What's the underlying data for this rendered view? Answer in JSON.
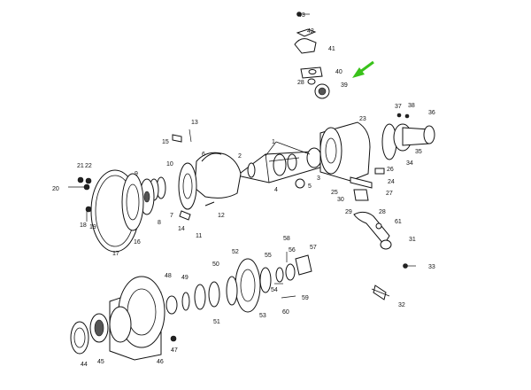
{
  "diagram": {
    "callouts": {
      "c1": "1",
      "c2": "2",
      "c3": "3",
      "c4": "4",
      "c5": "5",
      "c6": "6",
      "c7": "7",
      "c8": "8",
      "c9": "9",
      "c10": "10",
      "c11": "11",
      "c12": "12",
      "c13": "13",
      "c14": "14",
      "c15": "15",
      "c16": "16",
      "c17": "17",
      "c18": "18",
      "c19": "19",
      "c20": "20",
      "c21": "21",
      "c22": "22",
      "c23": "23",
      "c24": "24",
      "c25": "25",
      "c26": "26",
      "c27": "27",
      "c28": "28",
      "c28b": "28",
      "c29": "29",
      "c30": "30",
      "c31": "31",
      "c32": "32",
      "c33": "33",
      "c34": "34",
      "c35": "35",
      "c36": "36",
      "c37": "37",
      "c38": "38",
      "c39": "39",
      "c40": "40",
      "c41": "41",
      "c42": "42",
      "c43": "43",
      "c44": "44",
      "c45": "45",
      "c46": "46",
      "c47": "47",
      "c48": "48",
      "c49": "49",
      "c50": "50",
      "c51": "51",
      "c52": "52",
      "c53": "53",
      "c54": "54",
      "c55": "55",
      "c56": "56",
      "c57": "57",
      "c58": "58",
      "c59": "59",
      "c60": "60",
      "c61": "61"
    },
    "highlight": {
      "arrow_color": "#39c21a",
      "points_to": "39"
    }
  }
}
